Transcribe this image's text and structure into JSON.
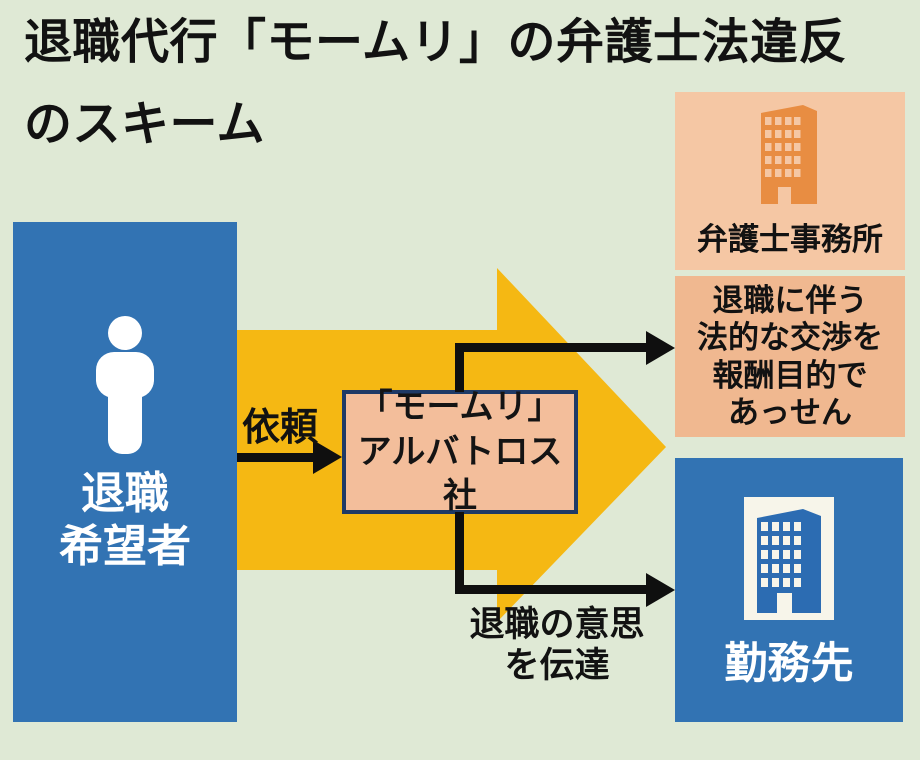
{
  "title": "退職代行「モームリ」の弁護士法違反\nのスキーム",
  "applicant": {
    "label": "退職\n希望者"
  },
  "agency": {
    "label": "「モームリ」\nアルバトロス社"
  },
  "law_office": {
    "label": "弁護士事務所"
  },
  "referral": {
    "text": "退職に伴う\n法的な交渉を\n報酬目的で\nあっせん"
  },
  "employer": {
    "label": "勤務先"
  },
  "edges": {
    "request_label": "依頼",
    "notify_label": "退職の意思\nを伝達"
  },
  "colors": {
    "background": "#DFE9D5",
    "primary_blue": "#3273B3",
    "arrow_yellow": "#F5B813",
    "salmon_light": "#F5C7A4",
    "salmon": "#F0B890",
    "agency_fill": "#F3BE9B",
    "navy_border": "#1E3A66",
    "building_orange": "#E88D42",
    "building_blue": "#2C6CB2",
    "arrow_black": "#0F0F0F",
    "text_black": "#121212",
    "text_white": "#FFFFFF"
  }
}
